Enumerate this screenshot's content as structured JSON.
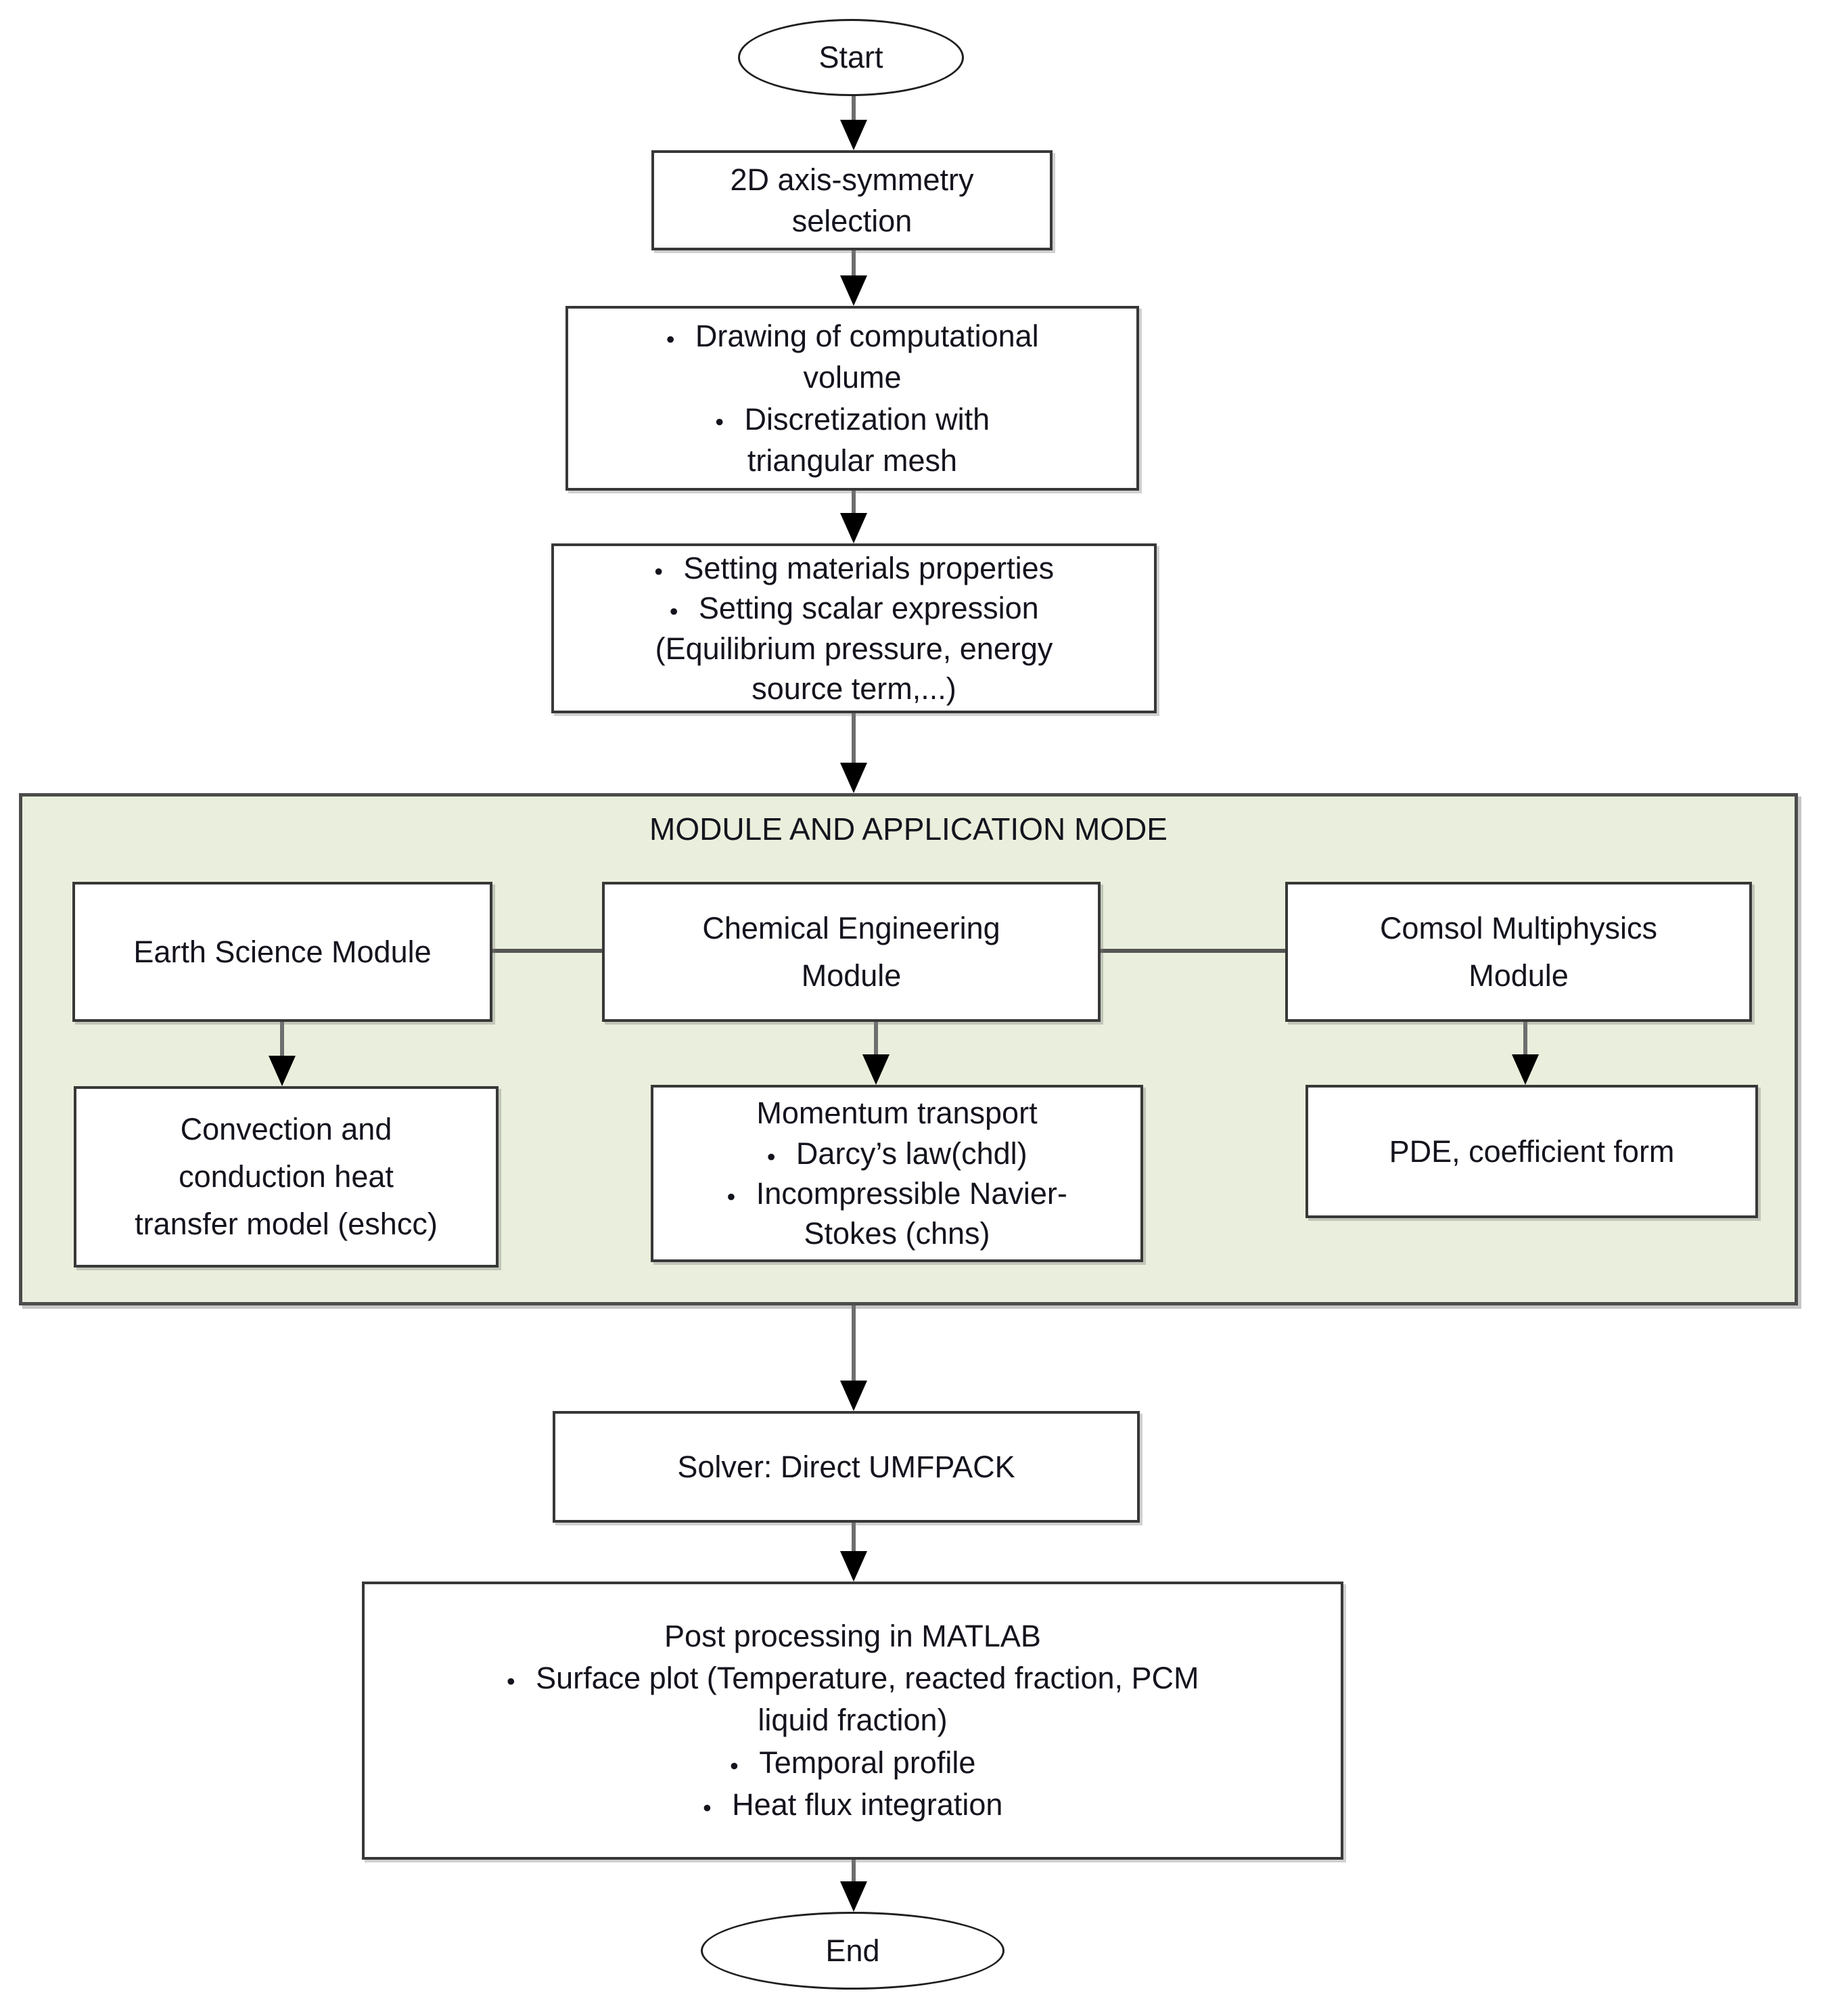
{
  "palette": {
    "container_fill": "#e9efdc",
    "group_border": "#4c4c4c",
    "box_border": "#383838",
    "arrow_stem": "#6e6e6e",
    "arrow_head": "#000000",
    "connector": "#555555",
    "text": "#14141e"
  },
  "terminals": {
    "start": "Start",
    "end": "End"
  },
  "steps": {
    "axis": {
      "lines": [
        "2D axis-symmetry",
        "selection"
      ]
    },
    "drawing": {
      "lines": [
        "Drawing of computational",
        "volume",
        "Discretization  with",
        "triangular mesh"
      ]
    },
    "settings": {
      "lines": [
        "Setting materials properties",
        "Setting scalar expression",
        "(Equilibrium pressure, energy",
        "source term,...)"
      ]
    },
    "solver": {
      "lines": [
        "Solver: Direct UMFPACK"
      ]
    },
    "post": {
      "lines": [
        "Post processing in MATLAB",
        "Surface plot (Temperature, reacted fraction, PCM",
        "liquid fraction)",
        "Temporal profile",
        "Heat flux integration"
      ]
    }
  },
  "module_group": {
    "title": "MODULE AND APPLICATION MODE",
    "earth": {
      "lines": [
        "Earth Science Module"
      ]
    },
    "chemical": {
      "lines": [
        "Chemical Engineering",
        "Module"
      ]
    },
    "comsol": {
      "lines": [
        "Comsol Multiphysics",
        "Module"
      ]
    },
    "eshcc": {
      "lines": [
        "Convection and",
        "conduction heat",
        "transfer model (eshcc)"
      ]
    },
    "momentum": {
      "lines": [
        "Momentum transport",
        "Darcy’s law(chdl)",
        "Incompressible Navier-",
        "Stokes (chns)"
      ]
    },
    "pde": {
      "lines": [
        "PDE, coefficient form"
      ]
    }
  }
}
